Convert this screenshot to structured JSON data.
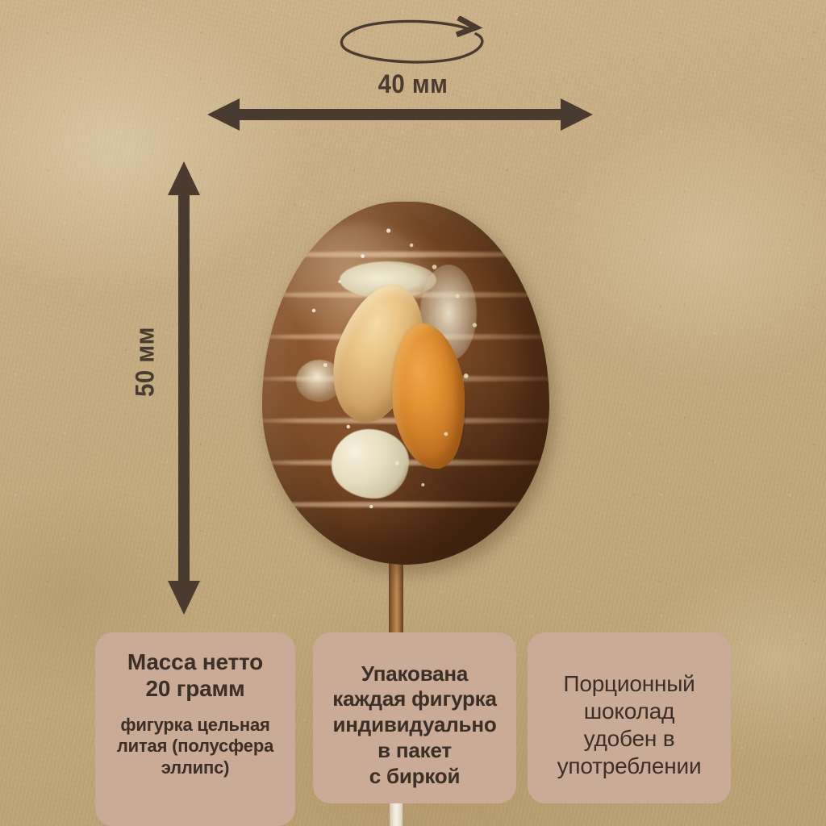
{
  "colors": {
    "background_kraft": "#c2a97e",
    "ink_dark_brown": "#4a3b30",
    "card_background": "#c9ab97",
    "card_text": "#3c2f27",
    "chocolate": "#7d4c28",
    "cashew_pale": "#e8c384",
    "cashew_toasted": "#e08f30",
    "stick_wood": "#b07c48"
  },
  "dimensions": {
    "width": {
      "value": "40 мм",
      "icon": "rotation-ellipse-icon",
      "arrow": "double-headed-horizontal-arrow"
    },
    "height": {
      "value": "50 мм",
      "arrow": "double-headed-vertical-arrow"
    }
  },
  "product": {
    "name": "chocolate-egg-lollipop",
    "shape": "egg",
    "toppings": [
      "cashew-pale",
      "cashew-toasted",
      "crushed-nut-crumbs"
    ],
    "stick": "wooden-stick"
  },
  "cards": [
    {
      "name": "card-mass",
      "title_line_1": "Масса нетто",
      "title_line_2": "20 грамм",
      "sub_line_1": "фигурка цельная",
      "sub_line_2": "литая (полусфера",
      "sub_line_3": "эллипс)"
    },
    {
      "name": "card-packaging",
      "line_1": "Упакована",
      "line_2": "каждая фигурка",
      "line_3": "индивидуально",
      "line_4": "в пакет",
      "line_5": "с биркой"
    },
    {
      "name": "card-portion",
      "line_1": "Порционный",
      "line_2": "шоколад",
      "line_3": "удобен в",
      "line_4": "употреблении"
    }
  ]
}
